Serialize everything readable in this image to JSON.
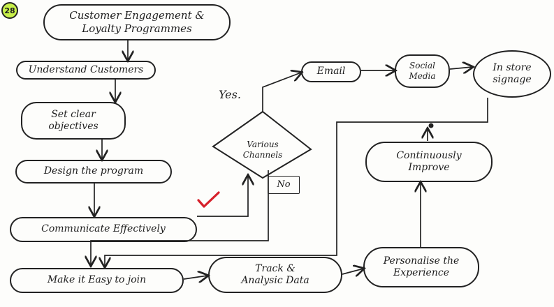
{
  "badge": "28",
  "title": {
    "line1": "Customer    Engagement &",
    "line2": "Loyalty   Programmes"
  },
  "nodes": {
    "understand": "Understand Customers",
    "objectives": {
      "line1": "Set  clear",
      "line2": "objectives"
    },
    "design": "Design  the  program",
    "communicate": "Communicate   Effectively",
    "join": "Make it   Easy to join",
    "track": {
      "line1": "Track &",
      "line2": "Analysic  Data"
    },
    "personalise": {
      "line1": "Personalise the",
      "line2": "Experience"
    },
    "improve": {
      "line1": "Continuously",
      "line2": "Improve"
    },
    "channels": {
      "line1": "Various",
      "line2": "Channels"
    },
    "email": "Email",
    "social": {
      "line1": "Social",
      "line2": "Media"
    },
    "instore": {
      "line1": "In store",
      "line2": "signage"
    }
  },
  "labels": {
    "yes": "Yes.",
    "no": "No"
  },
  "colors": {
    "badge": "#c8f04a",
    "check": "#d6202a",
    "ink": "#222222"
  }
}
